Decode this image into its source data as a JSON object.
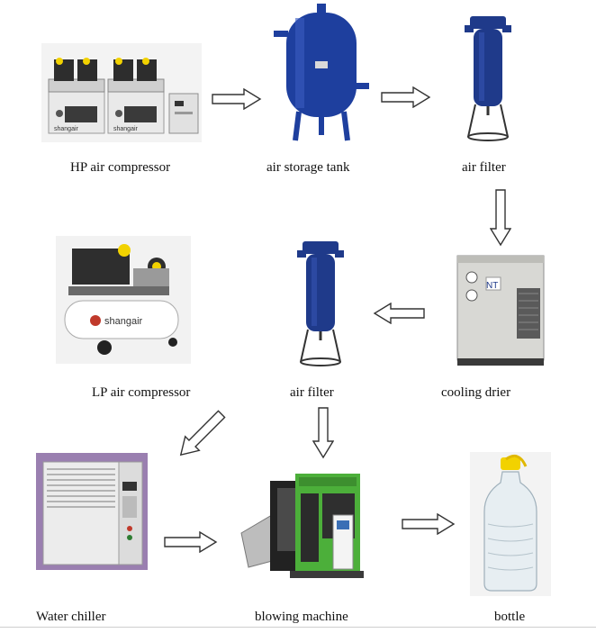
{
  "nodes": {
    "hp_compressor": {
      "label": "HP air compressor",
      "brand_text": "shangair"
    },
    "air_storage_tank": {
      "label": "air storage tank"
    },
    "air_filter_top": {
      "label": "air filter"
    },
    "cooling_drier": {
      "label": "cooling drier",
      "brand_text": "NT"
    },
    "air_filter_mid": {
      "label": "air filter"
    },
    "lp_compressor": {
      "label": "LP air compressor",
      "brand_text": "shangair"
    },
    "water_chiller": {
      "label": "Water chiller"
    },
    "blowing_machine": {
      "label": "blowing machine"
    },
    "bottle": {
      "label": "bottle"
    }
  },
  "colors": {
    "tank_blue": "#1e3f9e",
    "filter_blue": "#1f3a8a",
    "drier_body": "#d8d8d4",
    "chiller_bg": "#9a7fb0",
    "machine_green": "#4caf3a",
    "arrow_stroke": "#333333"
  }
}
